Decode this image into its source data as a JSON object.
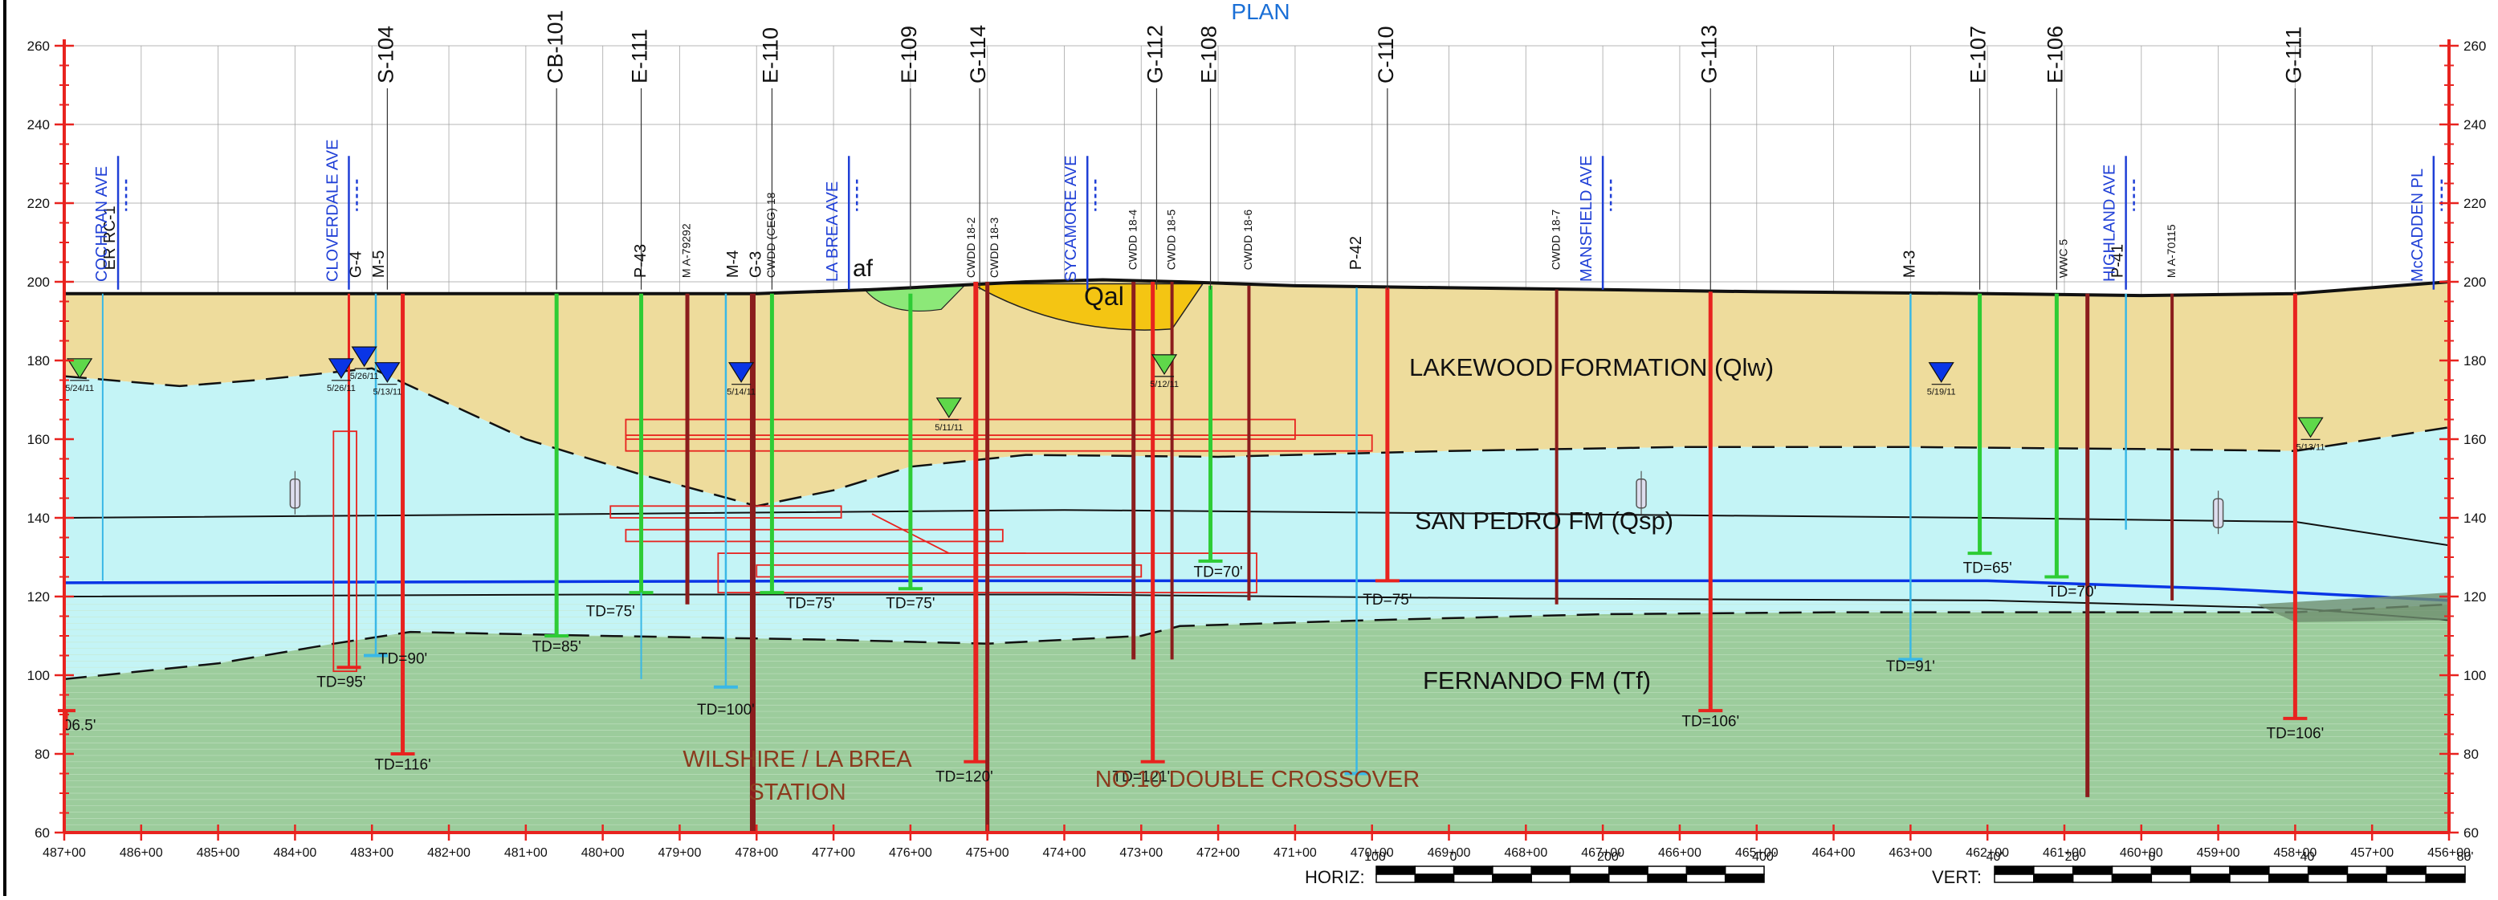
{
  "header": {
    "plan_label": "PLAN"
  },
  "elevation_ticks": [
    "60",
    "80",
    "100",
    "120",
    "140",
    "160",
    "180",
    "200",
    "220",
    "240",
    "260"
  ],
  "station_ticks": [
    "487+00",
    "486+00",
    "485+00",
    "484+00",
    "483+00",
    "482+00",
    "481+00",
    "480+00",
    "479+00",
    "478+00",
    "477+00",
    "476+00",
    "475+00",
    "474+00",
    "473+00",
    "472+00",
    "471+00",
    "470+00",
    "469+00",
    "468+00",
    "467+00",
    "466+00",
    "465+00",
    "464+00",
    "463+00",
    "462+00",
    "461+00",
    "460+00",
    "459+00",
    "458+00",
    "457+00",
    "456+00"
  ],
  "streets": [
    {
      "id": "cochran",
      "name": "COCHRAN AVE",
      "sta": 486.3
    },
    {
      "id": "cloverdale",
      "name": "CLOVERDALE AVE",
      "sta": 483.3
    },
    {
      "id": "labrea",
      "name": "LA BREA AVE",
      "sta": 476.8
    },
    {
      "id": "sycamore",
      "name": "SYCAMORE AVE",
      "sta": 473.7
    },
    {
      "id": "mansfield",
      "name": "MANSFIELD AVE",
      "sta": 467.0
    },
    {
      "id": "highland",
      "name": "HIGHLAND AVE",
      "sta": 460.2
    },
    {
      "id": "mccadden",
      "name": "McCADDEN PL",
      "sta": 456.2
    }
  ],
  "major_borings": [
    {
      "id": "S-104",
      "sta": 482.8
    },
    {
      "id": "CB-101",
      "sta": 480.6
    },
    {
      "id": "E-111",
      "sta": 479.5
    },
    {
      "id": "E-110",
      "sta": 477.8
    },
    {
      "id": "E-109",
      "sta": 476.0
    },
    {
      "id": "G-114",
      "sta": 475.1
    },
    {
      "id": "G-112",
      "sta": 472.8
    },
    {
      "id": "E-108",
      "sta": 472.1
    },
    {
      "id": "C-110",
      "sta": 469.8
    },
    {
      "id": "G-113",
      "sta": 465.6
    },
    {
      "id": "E-107",
      "sta": 462.1
    },
    {
      "id": "E-106",
      "sta": 461.1
    },
    {
      "id": "G-111",
      "sta": 458.0
    }
  ],
  "minor_labels": [
    {
      "id": "er-rc1",
      "text": "ER RC-1",
      "sta": 486.4,
      "elev": 203
    },
    {
      "id": "g4",
      "text": "G-4",
      "sta": 483.2,
      "elev": 201
    },
    {
      "id": "m5",
      "text": "M-5",
      "sta": 482.9,
      "elev": 201
    },
    {
      "id": "p43",
      "text": "P-43",
      "sta": 479.5,
      "elev": 201
    },
    {
      "id": "ma79292",
      "text": "M A-79292",
      "sta": 478.9,
      "elev": 201
    },
    {
      "id": "m4",
      "text": "M-4",
      "sta": 478.3,
      "elev": 201
    },
    {
      "id": "g3",
      "text": "G-3",
      "sta": 478.0,
      "elev": 201
    },
    {
      "id": "cwdd-ceg",
      "text": "CWDD (CEG) 18",
      "sta": 477.8,
      "elev": 201
    },
    {
      "id": "cwdd182",
      "text": "CWDD 18-2",
      "sta": 475.2,
      "elev": 201
    },
    {
      "id": "cwdd183",
      "text": "CWDD 18-3",
      "sta": 474.9,
      "elev": 201
    },
    {
      "id": "cwdd184",
      "text": "CWDD 18-4",
      "sta": 473.1,
      "elev": 203
    },
    {
      "id": "cwdd185",
      "text": "CWDD 18-5",
      "sta": 472.6,
      "elev": 203
    },
    {
      "id": "cwdd186",
      "text": "CWDD 18-6",
      "sta": 471.6,
      "elev": 203
    },
    {
      "id": "p42",
      "text": "P-42",
      "sta": 470.2,
      "elev": 203
    },
    {
      "id": "cwdd187",
      "text": "CWDD 18-7",
      "sta": 467.6,
      "elev": 203
    },
    {
      "id": "m3",
      "text": "M-3",
      "sta": 463.0,
      "elev": 201
    },
    {
      "id": "wwc5",
      "text": "WWC 5",
      "sta": 461.0,
      "elev": 201
    },
    {
      "id": "p41",
      "text": "P-41",
      "sta": 460.3,
      "elev": 201
    },
    {
      "id": "ma70115",
      "text": "M A-70115",
      "sta": 459.6,
      "elev": 201
    }
  ],
  "formations": {
    "lakewood": "LAKEWOOD FORMATION (Qlw)",
    "sanpedro": "SAN PEDRO FM (Qsp)",
    "fernando": "FERNANDO FM (Tf)",
    "qal": "Qal",
    "af": "af"
  },
  "structures": {
    "station_line1": "WILSHIRE / LA BREA",
    "station_line2": "STATION",
    "crossover": "NO.10 DOUBLE CROSSOVER"
  },
  "td_labels": [
    {
      "id": "td95",
      "text": "TD=95'",
      "sta": 483.4,
      "elev": 97
    },
    {
      "id": "td90",
      "text": "TD=90'",
      "sta": 482.6,
      "elev": 103
    },
    {
      "id": "td116",
      "text": "TD=116'",
      "sta": 482.6,
      "elev": 76
    },
    {
      "id": "td85",
      "text": "TD=85'",
      "sta": 480.6,
      "elev": 106
    },
    {
      "id": "td75a",
      "text": "TD=75'",
      "sta": 479.9,
      "elev": 115
    },
    {
      "id": "td100",
      "text": "TD=100'",
      "sta": 478.4,
      "elev": 90
    },
    {
      "id": "td75b",
      "text": "TD=75'",
      "sta": 477.3,
      "elev": 117
    },
    {
      "id": "td75c",
      "text": "TD=75'",
      "sta": 476.0,
      "elev": 117
    },
    {
      "id": "td120",
      "text": "TD=120'",
      "sta": 475.3,
      "elev": 73
    },
    {
      "id": "td121",
      "text": "TD=121'",
      "sta": 473.0,
      "elev": 73
    },
    {
      "id": "td70a",
      "text": "TD=70'",
      "sta": 472.0,
      "elev": 125
    },
    {
      "id": "td75d",
      "text": "TD=75'",
      "sta": 469.8,
      "elev": 118
    },
    {
      "id": "td106a",
      "text": "TD=106'",
      "sta": 465.6,
      "elev": 87
    },
    {
      "id": "td91",
      "text": "TD=91'",
      "sta": 463.0,
      "elev": 101
    },
    {
      "id": "td65",
      "text": "TD=65'",
      "sta": 462.0,
      "elev": 126
    },
    {
      "id": "td70b",
      "text": "TD=70'",
      "sta": 460.9,
      "elev": 120
    },
    {
      "id": "td106b",
      "text": "TD=106'",
      "sta": 458.0,
      "elev": 84
    },
    {
      "id": "td-left",
      "text": "06.5'",
      "sta": 486.8,
      "elev": 86
    }
  ],
  "water_dates": [
    {
      "id": "wd1",
      "text": "5/24/11",
      "sta": 486.8,
      "elev": 178
    },
    {
      "id": "wd2",
      "text": "5/26/11",
      "sta": 483.4,
      "elev": 178
    },
    {
      "id": "wd3",
      "text": "5/26/11",
      "sta": 483.1,
      "elev": 181
    },
    {
      "id": "wd4",
      "text": "5/13/11",
      "sta": 482.8,
      "elev": 177
    },
    {
      "id": "wd5",
      "text": "5/14/11",
      "sta": 478.2,
      "elev": 177
    },
    {
      "id": "wd6",
      "text": "5/11/11",
      "sta": 475.5,
      "elev": 168
    },
    {
      "id": "wd7",
      "text": "5/12/11",
      "sta": 472.7,
      "elev": 179
    },
    {
      "id": "wd8",
      "text": "5/19/11",
      "sta": 462.6,
      "elev": 177
    },
    {
      "id": "wd9",
      "text": "5/13/11",
      "sta": 457.8,
      "elev": 163
    }
  ],
  "scale_bars": {
    "horiz_label": "HORIZ:",
    "horiz_ticks": [
      "100'",
      "0",
      "200'",
      "400'"
    ],
    "vert_label": "VERT:",
    "vert_ticks": [
      "40'",
      "20'",
      "0",
      "40'",
      "80'"
    ]
  },
  "colors": {
    "lakewood": "#eedc9c",
    "sanpedro": "#c4f4f6",
    "fernando": "#9ccc9c",
    "axis": "#e8231f",
    "label_blue": "#1f3fd6",
    "boring_red": "#e8231f",
    "boring_green": "#2ecc35",
    "boring_cyan": "#3ab8e6",
    "boring_maroon": "#8b1d1d",
    "tunnel": "#0a35e6",
    "structure": "#8b3a1d"
  }
}
